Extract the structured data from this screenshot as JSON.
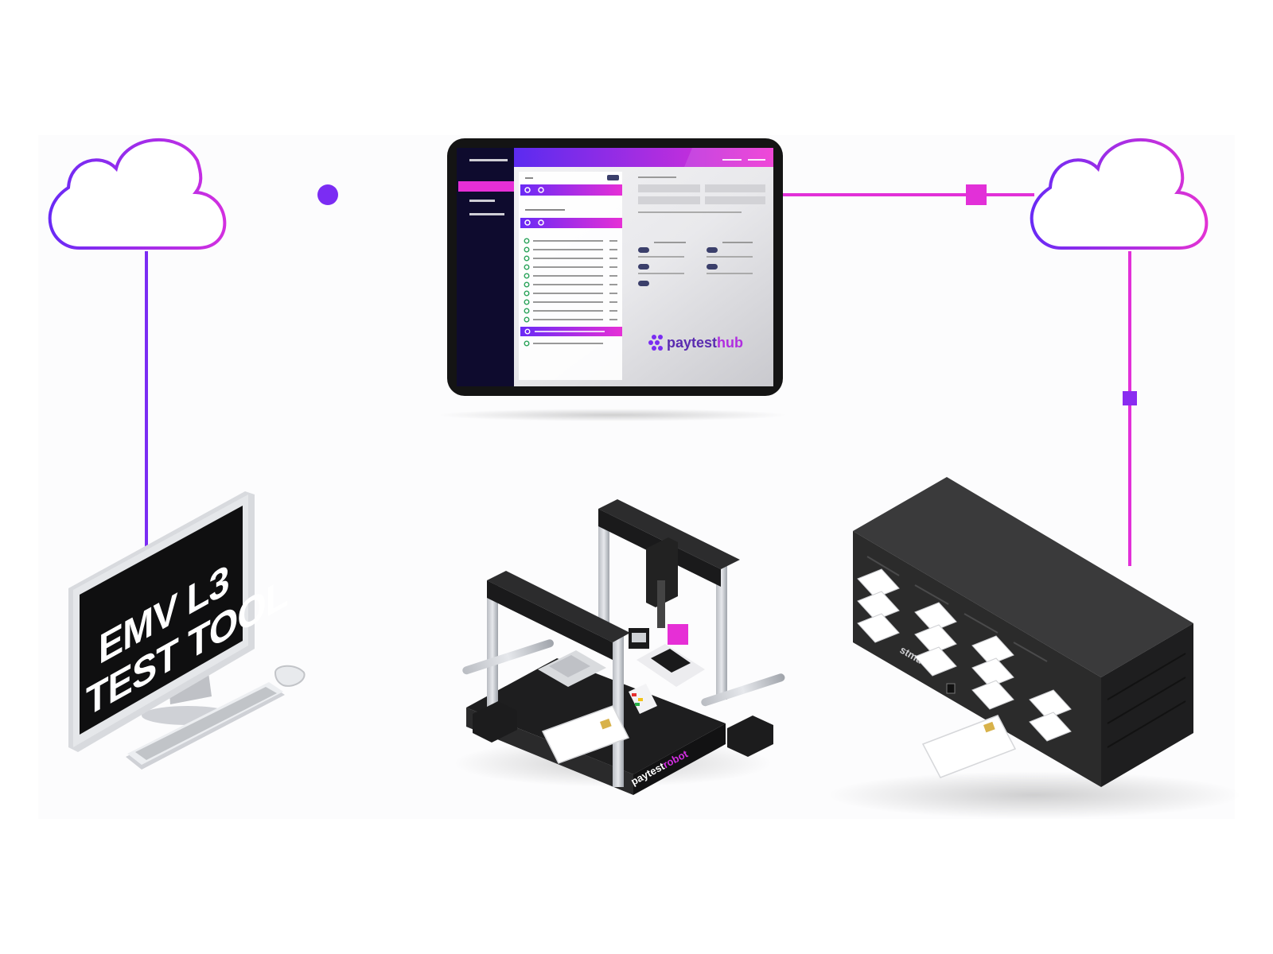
{
  "tablet": {
    "brand_prefix": "paytest",
    "brand_suffix": "hub"
  },
  "terminal": {
    "line1": "EMV L3",
    "line2": "TEST TOOL"
  },
  "robot": {
    "brand_prefix": "paytest",
    "brand_suffix": "robot"
  },
  "card_rack": {
    "brand_fragment": "stmu"
  },
  "colors": {
    "accent_purple": "#7a2cf2",
    "accent_magenta": "#e62fd6",
    "dark_panel": "#0e0b2e",
    "rack_black": "#2b2b2b"
  },
  "icons": [
    "cloud-icon",
    "cloud-icon",
    "connector-dot-icon",
    "connector-square-icon",
    "monitor-icon",
    "keyboard-icon",
    "mouse-icon",
    "tablet-icon",
    "robot-icon",
    "card-rack-icon",
    "smart-card-icon"
  ]
}
